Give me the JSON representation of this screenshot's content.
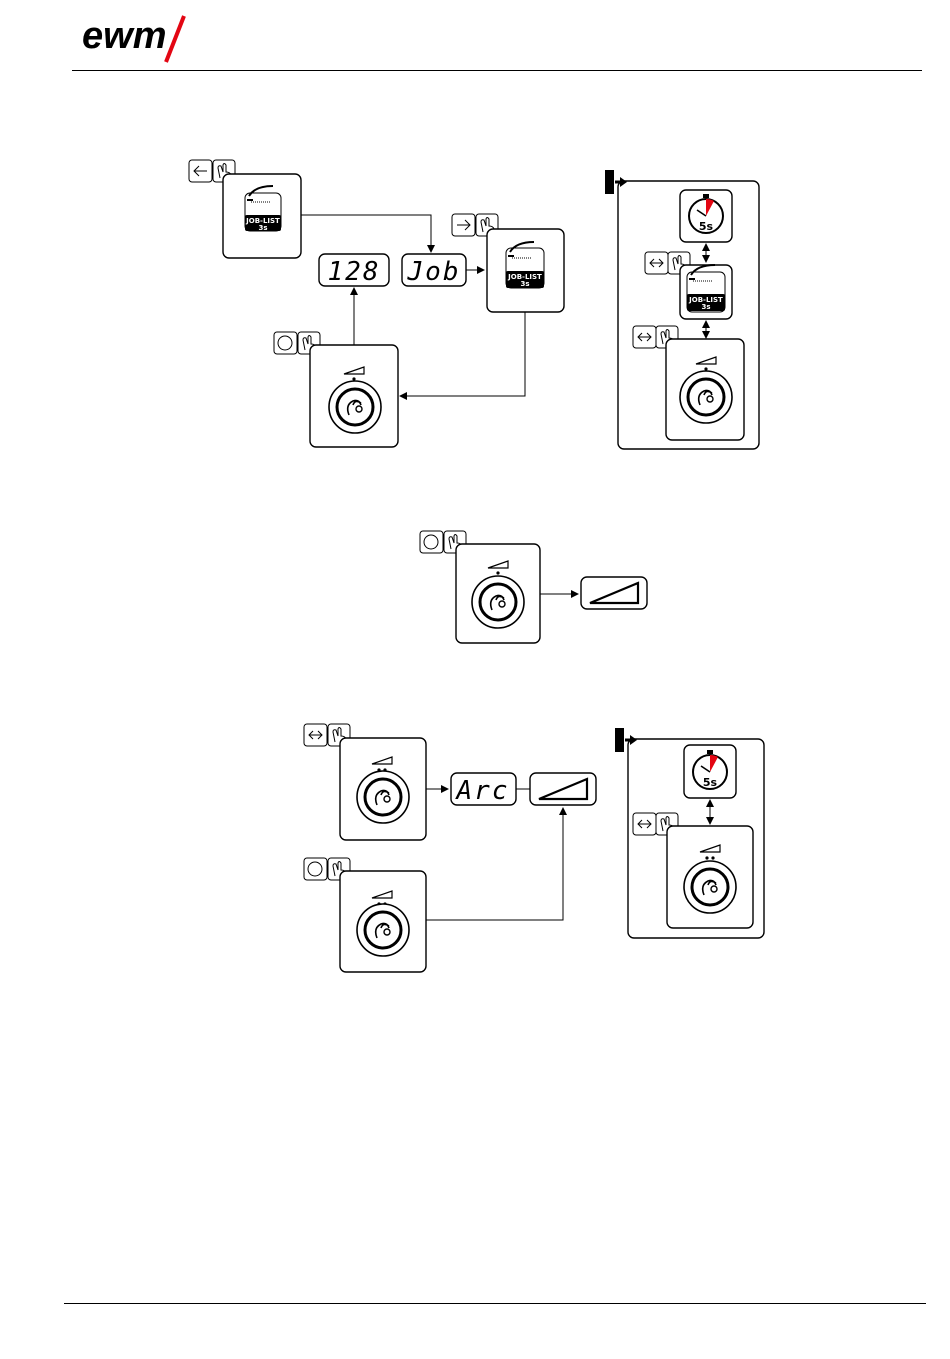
{
  "header": {
    "logo_text": "ewm"
  },
  "displays": {
    "job_number": "128",
    "job_label": "Job",
    "arc_label": "Arc"
  },
  "buttons": {
    "job_list_line1": "JOB-LIST",
    "job_list_line2": "3s"
  },
  "timer": {
    "label": "5s"
  },
  "icons": [
    "press-left-hand-icon",
    "press-right-hand-icon",
    "press-both-hand-icon",
    "turn-knob-hand-icon",
    "rotary-knob-icon",
    "torch-job-list-icon",
    "stopwatch-icon",
    "exit-door-icon",
    "ramp-display-icon"
  ],
  "colors": {
    "accent": "#e30613",
    "ink": "#000000"
  }
}
